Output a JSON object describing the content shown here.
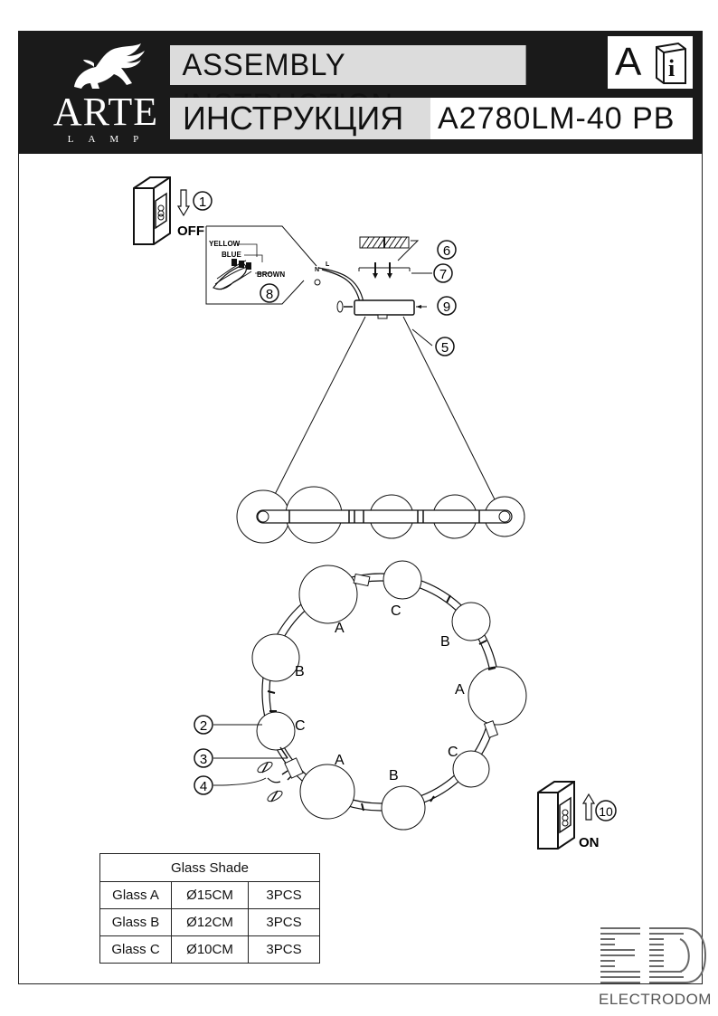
{
  "header": {
    "brand_name": "ARTE",
    "brand_sub": "LAMP",
    "title_en": "ASSEMBLY INSTRUCTION",
    "title_ru": "ИНСТРУКЦИЯ",
    "model": "A2780LM-40 PB",
    "ai_letter": "A",
    "ai_book_letter": "i"
  },
  "steps": {
    "switch_off_num": "1",
    "switch_off_label": "OFF",
    "switch_on_num": "10",
    "switch_on_label": "ON",
    "n2": "2",
    "n3": "3",
    "n4": "4",
    "n5": "5",
    "n6": "6",
    "n7": "7",
    "n8": "8",
    "n9": "9"
  },
  "wiring": {
    "yellow": "YELLOW",
    "blue": "BLUE",
    "brown": "BROWN",
    "terminal_n": "N",
    "terminal_l": "L"
  },
  "ring_labels": {
    "top_left": "A",
    "top": "C",
    "top_right": "B",
    "left_upper": "B",
    "right": "A",
    "left_lower": "C",
    "right_lower": "C",
    "bottom_left": "A",
    "bottom": "B"
  },
  "glass_table": {
    "title": "Glass Shade",
    "rows": [
      {
        "name": "Glass A",
        "size": "Ø15CM",
        "qty": "3PCS"
      },
      {
        "name": "Glass B",
        "size": "Ø12CM",
        "qty": "3PCS"
      },
      {
        "name": "Glass C",
        "size": "Ø10CM",
        "qty": "3PCS"
      }
    ]
  },
  "watermark": {
    "text": "ELECTRODOM"
  }
}
